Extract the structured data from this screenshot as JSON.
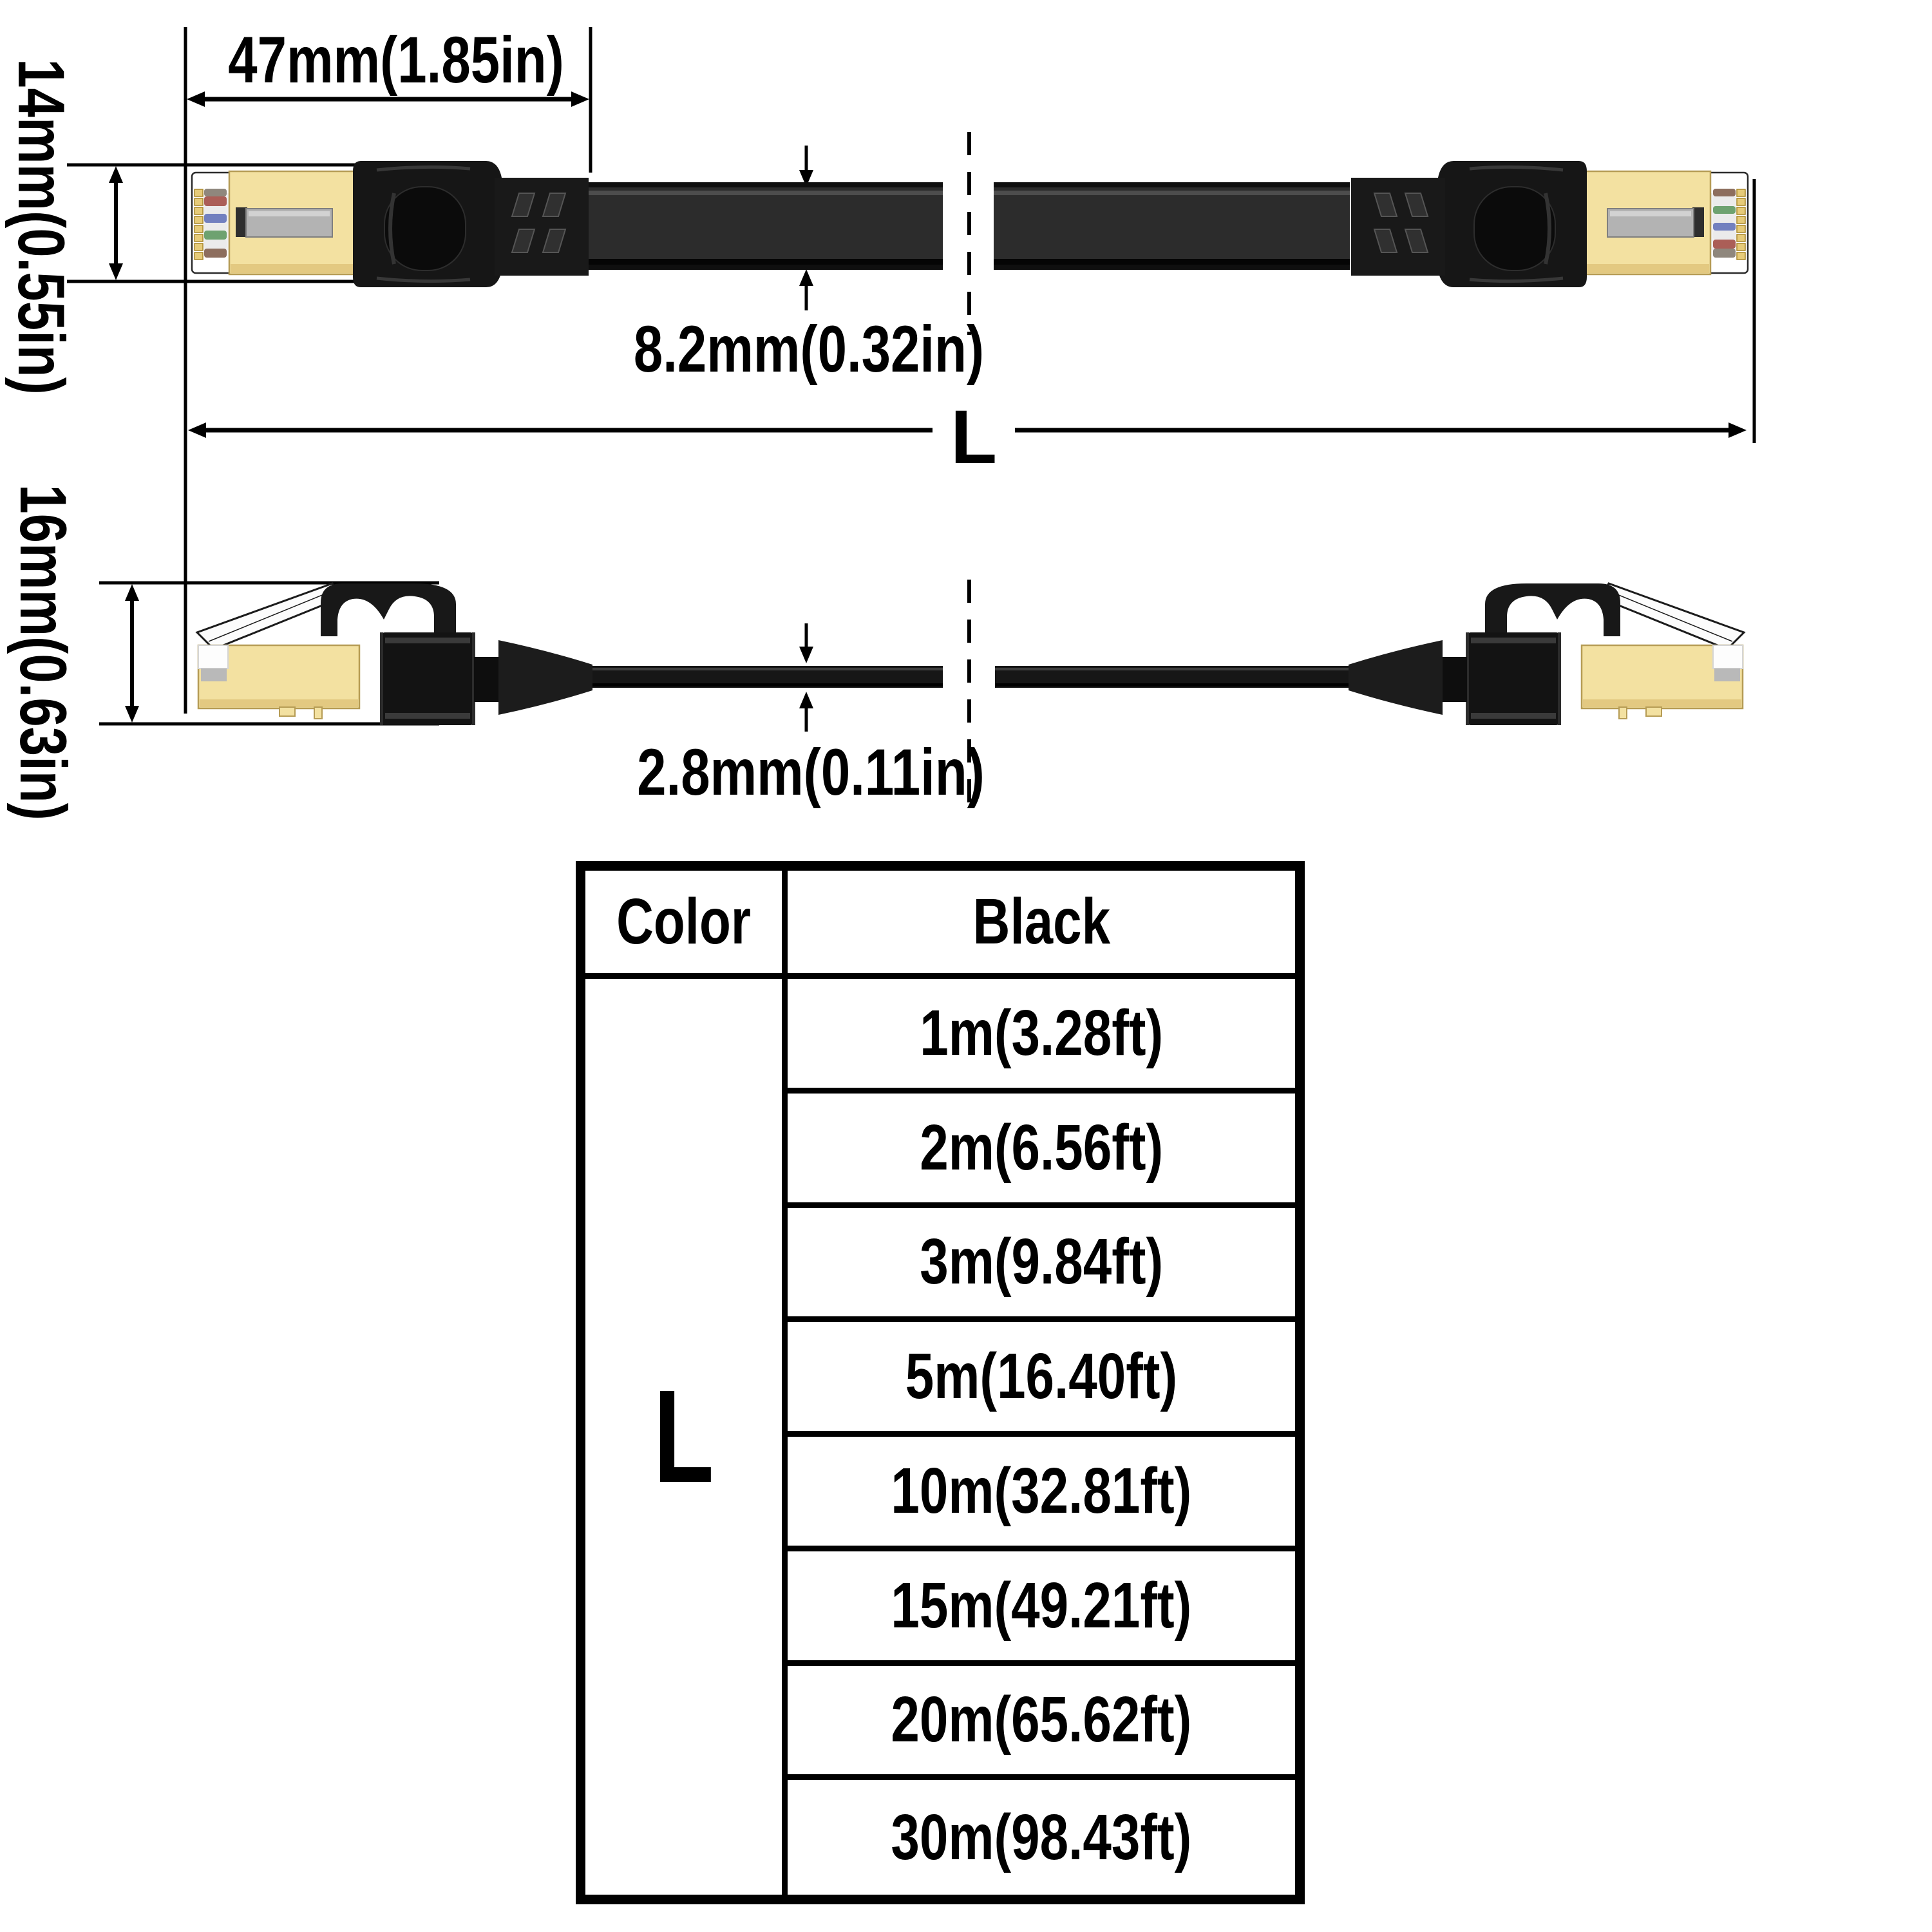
{
  "dimensions": {
    "plug_length": "47mm(1.85in)",
    "plug_width": "14mm(0.55in)",
    "flat_cable_thickness": "8.2mm(0.32in)",
    "plug_side_height": "16mm(0.63in)",
    "round_cable_thickness": "2.8mm(0.11in)",
    "cable_length_symbol": "L"
  },
  "table": {
    "header_label": "Color",
    "header_value": "Black",
    "length_symbol": "L",
    "lengths": [
      "1m(3.28ft)",
      "2m(6.56ft)",
      "3m(9.84ft)",
      "5m(16.40ft)",
      "10m(32.81ft)",
      "15m(49.21ft)",
      "20m(65.62ft)",
      "30m(98.43ft)"
    ]
  },
  "colors": {
    "background": "#ffffff",
    "line": "#000000",
    "gold_plate": "#f3e1a1",
    "plug_black": "#161616",
    "flat_cable": "#2c2c2c",
    "crimp_metal": "#b3b3b3",
    "wire_stripes_left": [
      "#8f877d",
      "#ab5e57",
      "#ebebeb",
      "#7280bf",
      "#ebebeb",
      "#6ea270",
      "#ebebeb",
      "#8d6e5e"
    ],
    "wire_stripes_right": [
      "#8d6e5e",
      "#ebebeb",
      "#6ea270",
      "#ebebeb",
      "#7280bf",
      "#ebebeb",
      "#ab5e57",
      "#8f877d"
    ]
  }
}
